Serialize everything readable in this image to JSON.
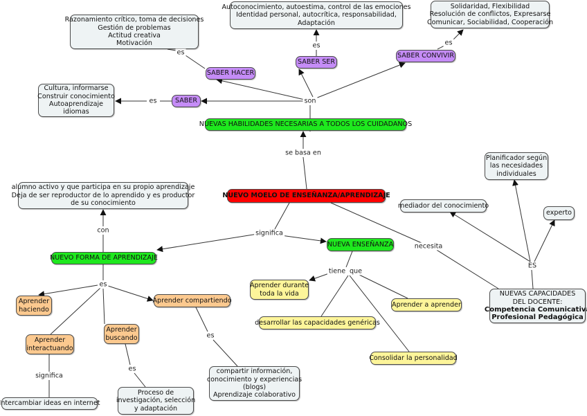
{
  "title": "NUEVO MOELO DE ENSEÑANZA/APRENDIZAJE",
  "colors": {
    "concept_box": "#eef3f4",
    "saber": "#c58cf7",
    "green": "#1ee81e",
    "root": "#ff0000",
    "orange": "#fcc98f",
    "yellow": "#fdf59a",
    "line": "#333333"
  },
  "nodes": {
    "root": {
      "lines": [
        "NUEVO MOELO DE ENSEÑANZA/APRENDIZAJE"
      ]
    },
    "habilidades": {
      "lines": [
        "NUEVAS HABILIDADES NECESARIAS A TODOS LOS CUIDADANOS"
      ]
    },
    "saber": {
      "lines": [
        "SABER"
      ]
    },
    "saber_hacer": {
      "lines": [
        "SABER HACER"
      ]
    },
    "saber_ser": {
      "lines": [
        "SABER SER"
      ]
    },
    "saber_convivir": {
      "lines": [
        "SABER CONVIVIR"
      ]
    },
    "saber_desc": {
      "lines": [
        "Cultura, informarse",
        "Construir conocimiento",
        "Autoaprendizaje",
        "idiomas"
      ]
    },
    "hacer_desc": {
      "lines": [
        "Razonamiento crítico, toma de decisiones",
        "Gestión de problemas",
        "Actitud creativa",
        "Motivación"
      ]
    },
    "ser_desc": {
      "lines": [
        "Autoconocimiento, autoestima, control de las emociones",
        "Identidad personal, autocrítica, responsabilidad,",
        "Adaptación"
      ]
    },
    "convivir_desc": {
      "lines": [
        "Solidaridad, Flexibilidad",
        "Resolución de conflictos, Expresarse",
        "Comunicar, Sociabilidad, Cooperación"
      ]
    },
    "forma": {
      "lines": [
        "NUEVO FORMA DE APRENDIZAJE"
      ]
    },
    "alumno": {
      "lines": [
        "alumno activo y que participa en su propio aprendizaje",
        "Deja de ser reproductor de lo aprendido y es productor",
        "de su conocimiento"
      ]
    },
    "haciendo": {
      "lines": [
        "Aprender",
        "haciendo"
      ]
    },
    "interactuando": {
      "lines": [
        "Aprender",
        "interactuando"
      ]
    },
    "buscando": {
      "lines": [
        "Aprender",
        "buscando"
      ]
    },
    "compartiendo": {
      "lines": [
        "Aprender compartiendo"
      ]
    },
    "intercambiar": {
      "lines": [
        "Intercambiar ideas en internet"
      ]
    },
    "proceso": {
      "lines": [
        "Proceso de",
        "investigación, selección",
        "y adaptación"
      ]
    },
    "compartir_desc": {
      "lines": [
        "compartir información,",
        "conocimiento y experiencias",
        "(blogs)",
        "Aprendizaje colaborativo"
      ]
    },
    "ensenanza": {
      "lines": [
        "NUEVA ENSEÑANZA"
      ]
    },
    "durante": {
      "lines": [
        "Aprender durante",
        "toda la vida"
      ]
    },
    "a_aprender": {
      "lines": [
        "Aprender a aprender"
      ]
    },
    "genericas": {
      "lines": [
        "desarrollar las capacidades genéricas"
      ]
    },
    "personalidad": {
      "lines": [
        "Consolidar la personalidad"
      ]
    },
    "capacidades": {
      "lines": [
        "NUEVAS CAPACIDADES",
        "DEL DOCENTE:"
      ],
      "bold_lines": [
        "Competencia Comunicativa",
        "Profesional Pedagógica"
      ]
    },
    "planificador": {
      "lines": [
        "Planificador según",
        "las necesidades",
        "individuales"
      ]
    },
    "mediador": {
      "lines": [
        "mediador del conocimiento"
      ]
    },
    "experto": {
      "lines": [
        "experto"
      ]
    }
  },
  "link_labels": {
    "son": "son",
    "es_saber": "es",
    "es_hacer": "es",
    "es_ser": "es",
    "es_convivir": "es",
    "se_basa_en": "se basa en",
    "significa": "significa",
    "con": "con",
    "es_forma": "es",
    "significa_inter": "significa",
    "es_buscando": "es",
    "es_compartiendo": "es",
    "tiene": "tiene",
    "que": "que",
    "necesita": "necesita",
    "es_docente": "ES"
  }
}
